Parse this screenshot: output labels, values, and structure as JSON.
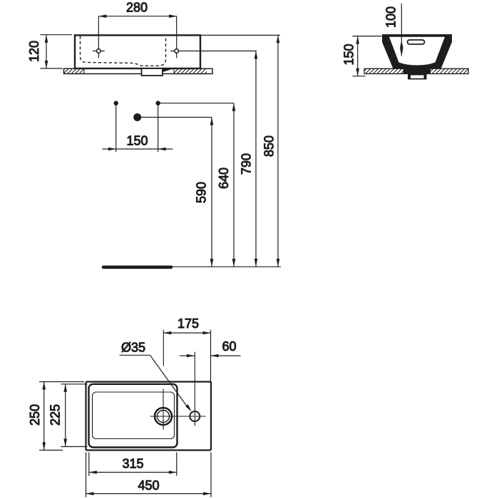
{
  "colors": {
    "background": "#ffffff",
    "line": "#1d1d1b"
  },
  "front_view": {
    "hole_spacing": "280",
    "height": "120",
    "fixing_spacing": "150",
    "heights": {
      "h1": "590",
      "h2": "640",
      "h3": "790",
      "h4": "850"
    }
  },
  "side_view": {
    "inner_depth": "100",
    "height": "150"
  },
  "plan_view": {
    "drain_to_right_edge": "175",
    "taphole_to_edge": "60",
    "taphole_diameter": "Ø35",
    "depth": "250",
    "bowl_depth": "225",
    "bowl_width": "315",
    "width": "450"
  }
}
